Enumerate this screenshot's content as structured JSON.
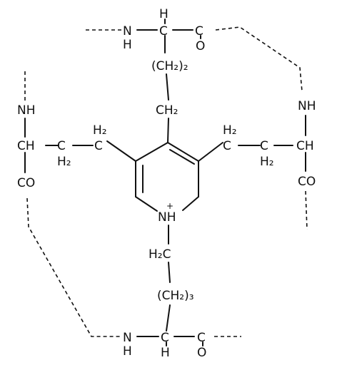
{
  "labels": {
    "N_top": "N",
    "H_top_n": "H",
    "C_top": "C",
    "H_top_c": "H",
    "C_top_co": "C",
    "O_top": "O",
    "ch2_2": "(CH₂)₂",
    "ch2_top_ring": "CH₂",
    "N_left": "NH",
    "C_left": "CH",
    "H2_left_up": "H₂",
    "C_left_sp": "C",
    "H2_left_low": "H₂",
    "C_left_b": "C",
    "CO_left": "CO",
    "N_right": "NH",
    "C_right": "CH",
    "H2_right_up": "H₂",
    "C_right_sp": "C",
    "H2_right_low": "H₂",
    "C_right_b": "C",
    "CO_right": "CO",
    "NH_ring": "NH",
    "plus": "+",
    "H2C_low": "H₂C",
    "ch2_3": "(CH₂)₃",
    "N_bot": "N",
    "H_bot_n": "H",
    "C_bot": "C",
    "H_bot_c": "H",
    "C_bot_co": "C",
    "O_bot": "O"
  }
}
